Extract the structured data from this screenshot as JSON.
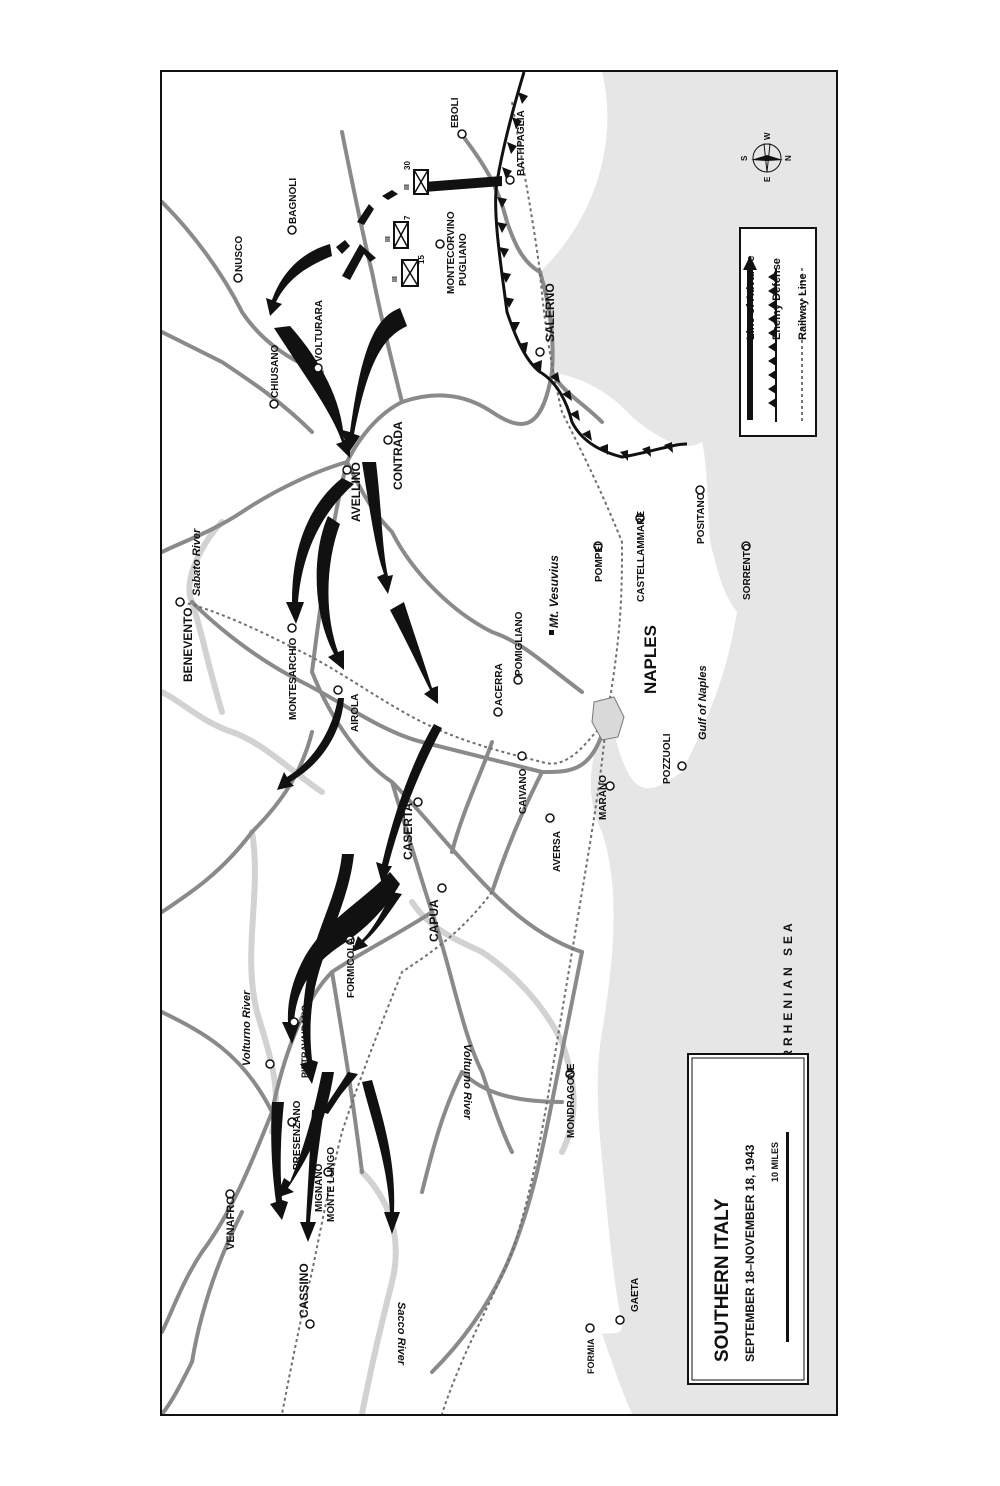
{
  "map": {
    "title": "SOUTHERN ITALY",
    "subtitle": "SEPTEMBER 18–NOVEMBER 18, 1943",
    "scale_label": "10 MILES",
    "legend": {
      "advance": "Line of Advance",
      "defense": "Enemy Defense",
      "railway": "Railway Line"
    },
    "compass": {
      "n": "N",
      "s": "S",
      "e": "E",
      "w": "W"
    },
    "units": [
      "30",
      "7",
      "15"
    ],
    "unit_echelon": "III",
    "towns": {
      "eboli": "EBOLI",
      "battipaglia": "BATTIPAGLIA",
      "montecorvino": "MONTECORVINO",
      "pugliano": "PUGLIANO",
      "nusco": "NUSCO",
      "bagnoli": "BAGNOLI",
      "volturara": "VOLTURARA",
      "chiusano": "CHIUSANO",
      "salerno": "SALERNO",
      "avellino": "AVELLINO",
      "contrada": "CONTRADA",
      "positano": "POSITANO",
      "sorrento": "SORRENTO",
      "castellammare": "CASTELLAMMARE",
      "pompei": "POMPEI",
      "benevento": "BENEVENTO",
      "montesarchio": "MONTESARCHIO",
      "airola": "AIROLA",
      "pomigliano": "POMIGLIANO",
      "acerra": "ACERRA",
      "naples": "NAPLES",
      "pozzuoli": "POZZUOLI",
      "marano": "MARANO",
      "caivano": "CAIVANO",
      "aversa": "AVERSA",
      "caserta": "CASERTA",
      "capua": "CAPUA",
      "formicola": "FORMICOLA",
      "pietravairano": "PIETRAVAIRANO",
      "presenzano": "PRESENZANO",
      "mignano": "MIGNANO",
      "monte_lungo": "MONTE LUNGO",
      "mondragone": "MONDRAGONE",
      "venafro": "VENAFRO",
      "cassino": "CASSINO",
      "formia": "FORMIA",
      "gaeta": "GAETA"
    },
    "features": {
      "vesuvius": "Mt. Vesuvius",
      "gulf": "Gulf of Naples",
      "sea": "TYRRHENIAN SEA",
      "sabato": "Sabato River",
      "volturno_w": "Volturno River",
      "volturno_e": "Volturno River",
      "sacco": "Sacco River"
    },
    "colors": {
      "sea": "#e6e6e6",
      "road": "#8a8a8a",
      "river": "#d2d2d2",
      "ink": "#111111"
    }
  }
}
